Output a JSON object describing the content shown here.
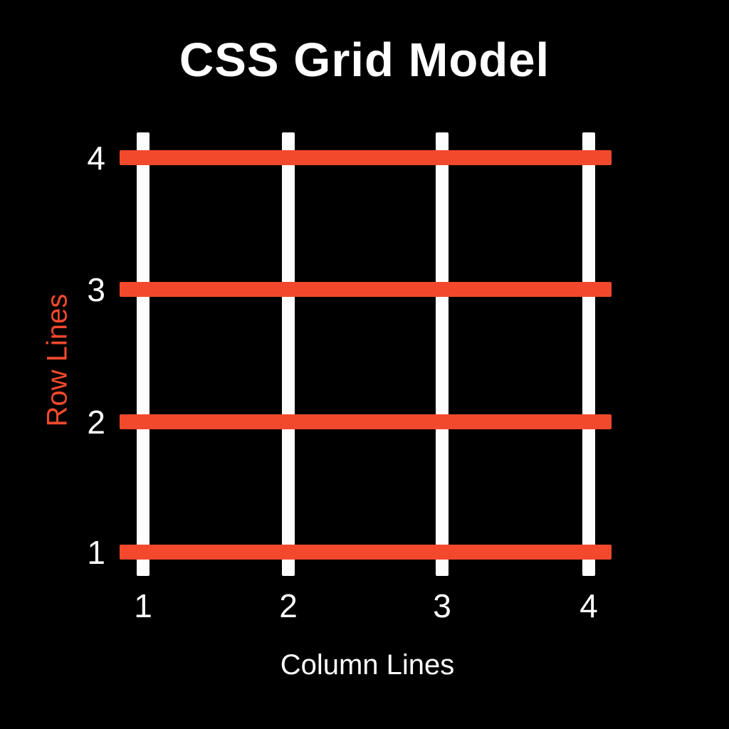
{
  "title": {
    "text": "CSS Grid Model"
  },
  "axes": {
    "row_axis_label": "Row Lines",
    "column_axis_label": "Column Lines"
  },
  "grid": {
    "row_line_count": 4,
    "column_line_count": 4,
    "row_line_labels": [
      "4",
      "3",
      "2",
      "1"
    ],
    "column_line_labels": [
      "1",
      "2",
      "3",
      "4"
    ]
  },
  "colors": {
    "background": "#000000",
    "row_line": "#F2492D",
    "column_line": "#FDFDFD",
    "label_text": "#FFFFFF",
    "row_axis_label_text": "#F2492D"
  }
}
